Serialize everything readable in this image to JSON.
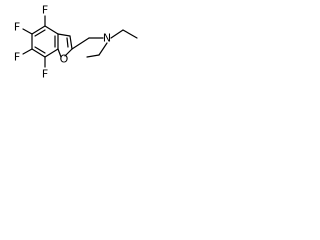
{
  "molecule": {
    "atoms": {
      "f_top": "F",
      "f_upper_left": "F",
      "f_lower_left": "F",
      "f_bottom": "F",
      "ring_oxygen": "O",
      "amine_nitrogen": "N"
    },
    "colors": {
      "bond": "#000000",
      "label": "#000000",
      "background": "#ffffff"
    }
  }
}
